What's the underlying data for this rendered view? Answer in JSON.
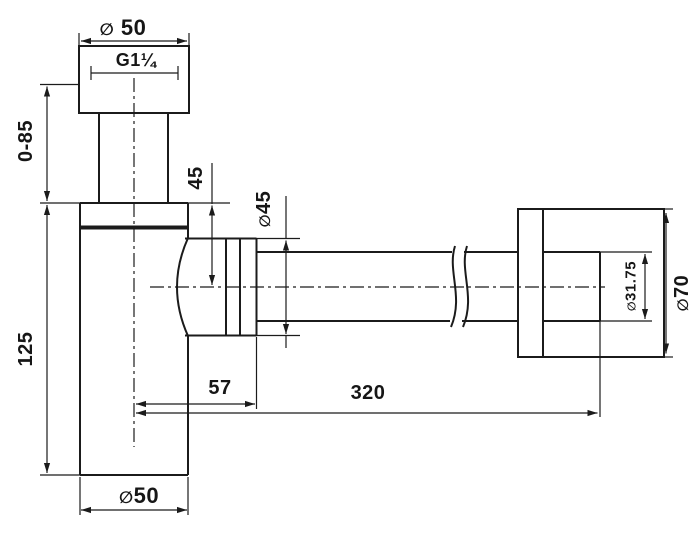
{
  "diagram": {
    "background_color": "#ffffff",
    "line_color": "#1b1b1b",
    "labels": {
      "top_flange_diameter": "∅ 50",
      "thread_size": "G1¼",
      "adjustable_height": "0-85",
      "inlet_depth": "45",
      "nut_diameter": "∅45",
      "body_height": "125",
      "trap_offset": "57",
      "wall_distance": "320",
      "body_diameter": "∅50",
      "outlet_pipe_diameter": "∅31.75",
      "wall_flange_diameter": "∅70"
    }
  }
}
